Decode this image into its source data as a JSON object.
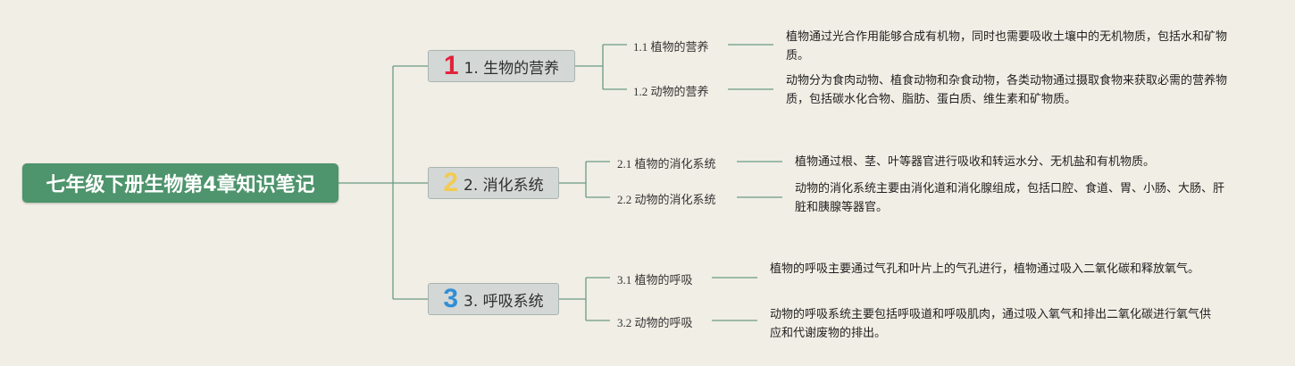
{
  "root": {
    "title": "七年级下册生物第4章知识笔记"
  },
  "colors": {
    "root_fill": "#4e946c",
    "branch_fill": "#d3d7d6",
    "line": "#6a9c83",
    "num1": "#e0243b",
    "num2": "#f2cb50",
    "num3": "#2f8fd6"
  },
  "branches": [
    {
      "number": "1",
      "label": "1. 生物的营养",
      "children": [
        {
          "label": "1.1 植物的营养",
          "desc": "植物通过光合作用能够合成有机物，同时也需要吸收土壤中的无机物质，包括水和矿物质。"
        },
        {
          "label": "1.2 动物的营养",
          "desc": "动物分为食肉动物、植食动物和杂食动物，各类动物通过摄取食物来获取必需的营养物质，包括碳水化合物、脂肪、蛋白质、维生素和矿物质。"
        }
      ]
    },
    {
      "number": "2",
      "label": "2. 消化系统",
      "children": [
        {
          "label": "2.1 植物的消化系统",
          "desc": "植物通过根、茎、叶等器官进行吸收和转运水分、无机盐和有机物质。"
        },
        {
          "label": "2.2 动物的消化系统",
          "desc": "动物的消化系统主要由消化道和消化腺组成，包括口腔、食道、胃、小肠、大肠、肝脏和胰腺等器官。"
        }
      ]
    },
    {
      "number": "3",
      "label": "3. 呼吸系统",
      "children": [
        {
          "label": "3.1 植物的呼吸",
          "desc": "植物的呼吸主要通过气孔和叶片上的气孔进行，植物通过吸入二氧化碳和释放氧气。"
        },
        {
          "label": "3.2 动物的呼吸",
          "desc": "动物的呼吸系统主要包括呼吸道和呼吸肌肉，通过吸入氧气和排出二氧化碳进行氧气供应和代谢废物的排出。"
        }
      ]
    }
  ]
}
